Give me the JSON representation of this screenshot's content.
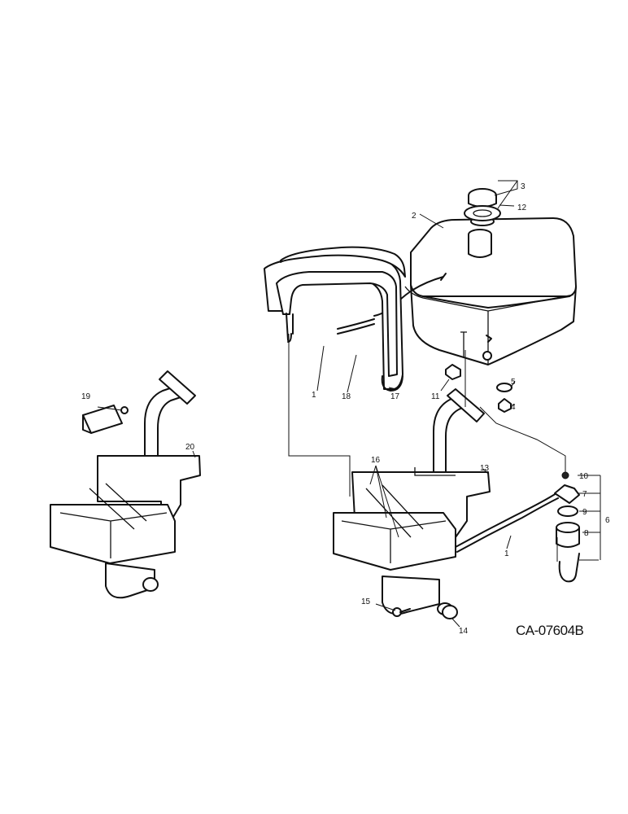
{
  "figure_code": "CA-07604B",
  "callouts": {
    "c1a": "1",
    "c1b": "1",
    "c2": "2",
    "c3": "3",
    "c4": "4",
    "c5": "5",
    "c6": "6",
    "c7": "7",
    "c8": "8",
    "c9": "9",
    "c10": "10",
    "c11": "11",
    "c12": "12",
    "c13": "13",
    "c14": "14",
    "c15": "15",
    "c16": "16",
    "c17": "17",
    "c18": "18",
    "c19": "19",
    "c20": "20"
  }
}
